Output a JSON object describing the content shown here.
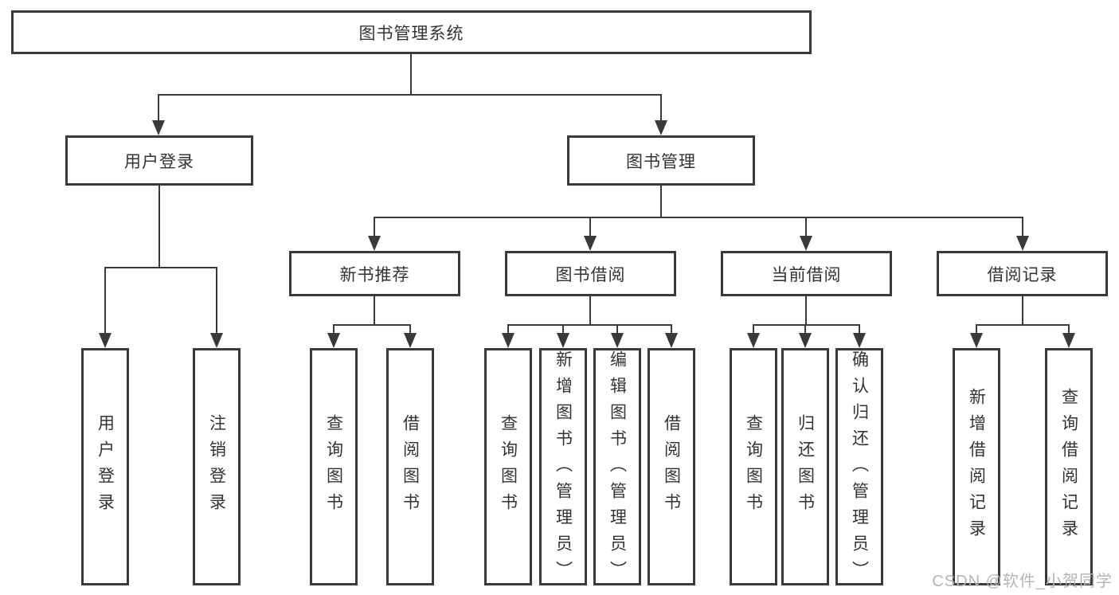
{
  "colors": {
    "line": "#3a3a3a",
    "text": "#333333",
    "watermark": "#b5b5b9"
  },
  "tree": {
    "root": "图书管理系统",
    "branches": [
      {
        "label": "用户登录",
        "children": [
          "用户登录",
          "注销登录"
        ]
      },
      {
        "label": "图书管理",
        "children": [
          {
            "label": "新书推荐",
            "children": [
              "查询图书",
              "借阅图书"
            ]
          },
          {
            "label": "图书借阅",
            "children": [
              "查询图书",
              "新增图书（管理员）",
              "编辑图书（管理员）",
              "借阅图书"
            ]
          },
          {
            "label": "当前借阅",
            "children": [
              "查询图书",
              "归还图书",
              "确认归还（管理员）"
            ]
          },
          {
            "label": "借阅记录",
            "children": [
              "新增借阅记录",
              "查询借阅记录"
            ]
          }
        ]
      }
    ]
  },
  "watermark": "CSDN @软件_小贺同学"
}
